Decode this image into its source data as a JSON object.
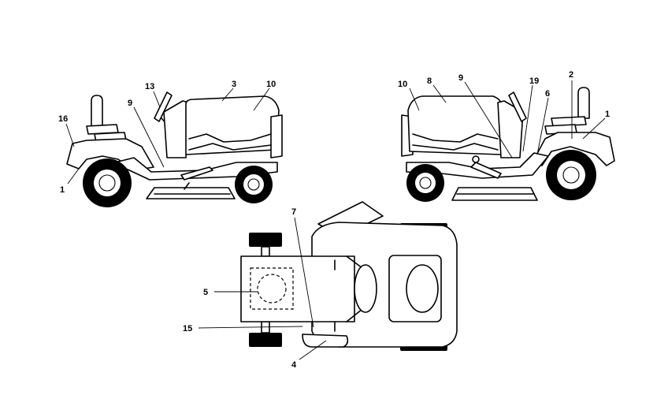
{
  "header_fragments": [
    "",
    "",
    ""
  ],
  "callouts": {
    "left_view": {
      "c1": "1",
      "c16": "16",
      "c13": "13",
      "c9": "9",
      "c3": "3",
      "c10": "10"
    },
    "right_view": {
      "c10": "10",
      "c8": "8",
      "c9": "9",
      "c19": "19",
      "c2": "2",
      "c6": "6",
      "c1": "1"
    },
    "top_view": {
      "c7": "7",
      "c5": "5",
      "c15": "15",
      "c4": "4"
    }
  }
}
